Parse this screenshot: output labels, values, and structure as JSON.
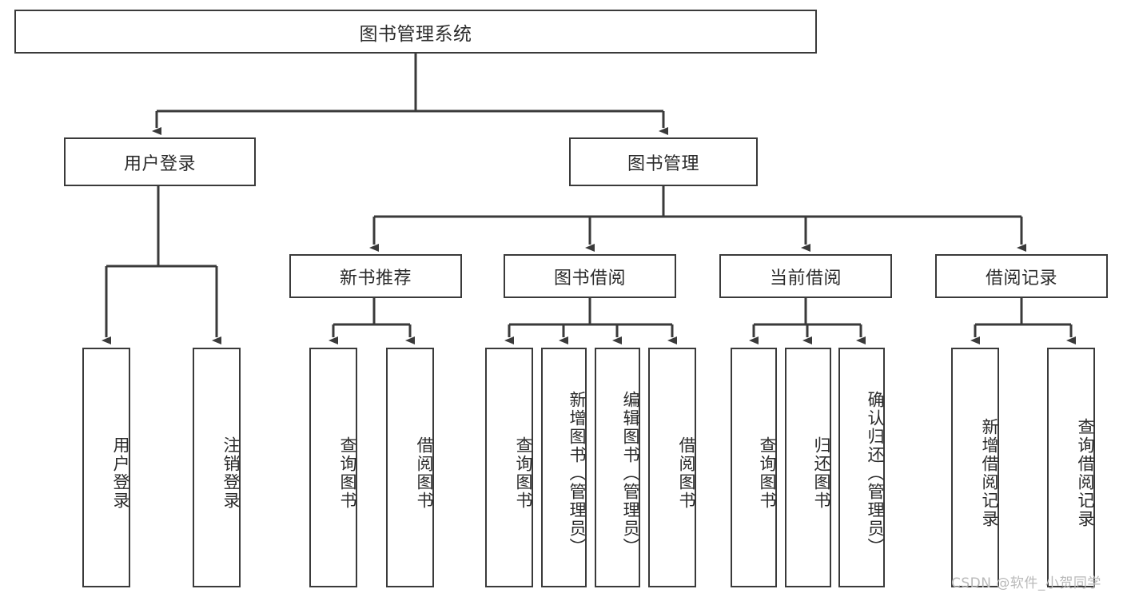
{
  "diagram": {
    "type": "tree-hierarchy",
    "title": "图书管理系统",
    "root": {
      "label": "图书管理系统"
    },
    "level2": [
      {
        "id": "user-login",
        "label": "用户登录"
      },
      {
        "id": "book-manage",
        "label": "图书管理"
      }
    ],
    "level3": [
      {
        "id": "new-book-recommend",
        "label": "新书推荐"
      },
      {
        "id": "book-borrow",
        "label": "图书借阅"
      },
      {
        "id": "current-borrow",
        "label": "当前借阅"
      },
      {
        "id": "borrow-record",
        "label": "借阅记录"
      }
    ],
    "leaves": [
      {
        "id": "leaf-user-login",
        "label": "用户登录",
        "parent": "user-login"
      },
      {
        "id": "leaf-logout-login",
        "label": "注销登录",
        "parent": "user-login"
      },
      {
        "id": "leaf-query-book-1",
        "label": "查询图书",
        "parent": "new-book-recommend"
      },
      {
        "id": "leaf-borrow-book-1",
        "label": "借阅图书",
        "parent": "new-book-recommend"
      },
      {
        "id": "leaf-query-book-2",
        "label": "查询图书",
        "parent": "book-borrow"
      },
      {
        "id": "leaf-add-book",
        "label": "新增图书（管理员）",
        "parent": "book-borrow"
      },
      {
        "id": "leaf-edit-book",
        "label": "编辑图书（管理员）",
        "parent": "book-borrow"
      },
      {
        "id": "leaf-borrow-book-2",
        "label": "借阅图书",
        "parent": "book-borrow"
      },
      {
        "id": "leaf-query-book-3",
        "label": "查询图书",
        "parent": "current-borrow"
      },
      {
        "id": "leaf-return-book",
        "label": "归还图书",
        "parent": "current-borrow"
      },
      {
        "id": "leaf-confirm-return",
        "label": "确认归还（管理员）",
        "parent": "current-borrow"
      },
      {
        "id": "leaf-add-record",
        "label": "新增借阅记录",
        "parent": "borrow-record"
      },
      {
        "id": "leaf-query-record",
        "label": "查询借阅记录",
        "parent": "borrow-record"
      }
    ],
    "colors": {
      "box_border": "#3a3a3a",
      "box_fill": "#ffffff",
      "edge": "#3a3a3a",
      "text": "#2b2b2b",
      "watermark": "#b9b9b9"
    }
  },
  "watermark": {
    "text": "CSDN @软件_小贺同学"
  }
}
